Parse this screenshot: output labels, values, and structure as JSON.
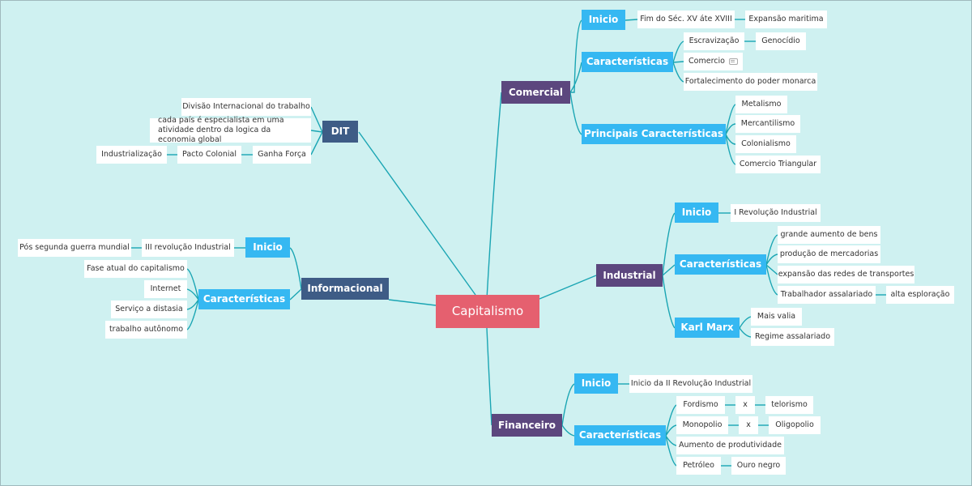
{
  "root": "Capitalismo",
  "comercial": {
    "title": "Comercial",
    "inicio": {
      "label": "Inicio",
      "items": [
        "Fim do Séc. XV áte XVIII",
        "Expansão maritima"
      ]
    },
    "caracteristicas": {
      "label": "Características",
      "items": [
        "Escravização",
        "Genocídio",
        "Comercio",
        "Fortalecimento do poder monarca"
      ]
    },
    "principais": {
      "label": "Principais Características",
      "items": [
        "Metalismo",
        "Mercantilismo",
        "Colonialismo",
        "Comercio Triangular"
      ]
    }
  },
  "dit": {
    "title": "DIT",
    "items": [
      "Divisão Internacional do trabalho",
      "cada país é especialista em uma atividade dentro da logica da economia global",
      "Ganha Força",
      "Pacto Colonial",
      "Industrialização"
    ]
  },
  "industrial": {
    "title": "Industrial",
    "inicio": {
      "label": "Inicio",
      "items": [
        "I Revolução Industrial"
      ]
    },
    "caracteristicas": {
      "label": "Características",
      "items": [
        "grande aumento de bens",
        "produção de mercadorias",
        "expansão das redes de transportes",
        "Trabalhador assalariado",
        "alta esploração"
      ]
    },
    "marx": {
      "label": "Karl Marx",
      "items": [
        "Mais valia",
        "Regime assalariado"
      ]
    }
  },
  "informacional": {
    "title": "Informacional",
    "inicio": {
      "label": "Inicio",
      "items": [
        "III revolução Industrial",
        "Pós segunda guerra mundial"
      ]
    },
    "caracteristicas": {
      "label": "Características",
      "items": [
        "Fase atual do capitalismo",
        "Internet",
        "Serviço a distasia",
        "trabalho autônomo"
      ]
    }
  },
  "financeiro": {
    "title": "Financeiro",
    "inicio": {
      "label": "Inicio",
      "items": [
        "Inicio da II Revolução Industrial"
      ]
    },
    "caracteristicas": {
      "label": "Características",
      "items": [
        "Fordismo",
        "x",
        "telorismo",
        "Monopolio",
        "x",
        "Oligopolio",
        "Aumento de produtividade",
        "Petróleo",
        "Ouro negro"
      ]
    }
  },
  "colors": {
    "connector": "#1aa5b3",
    "root": "#e5606f",
    "main_purple": "#5c477e",
    "main_navy": "#3e5c86",
    "sub": "#35b8f2",
    "leaf": "#ffffff"
  }
}
